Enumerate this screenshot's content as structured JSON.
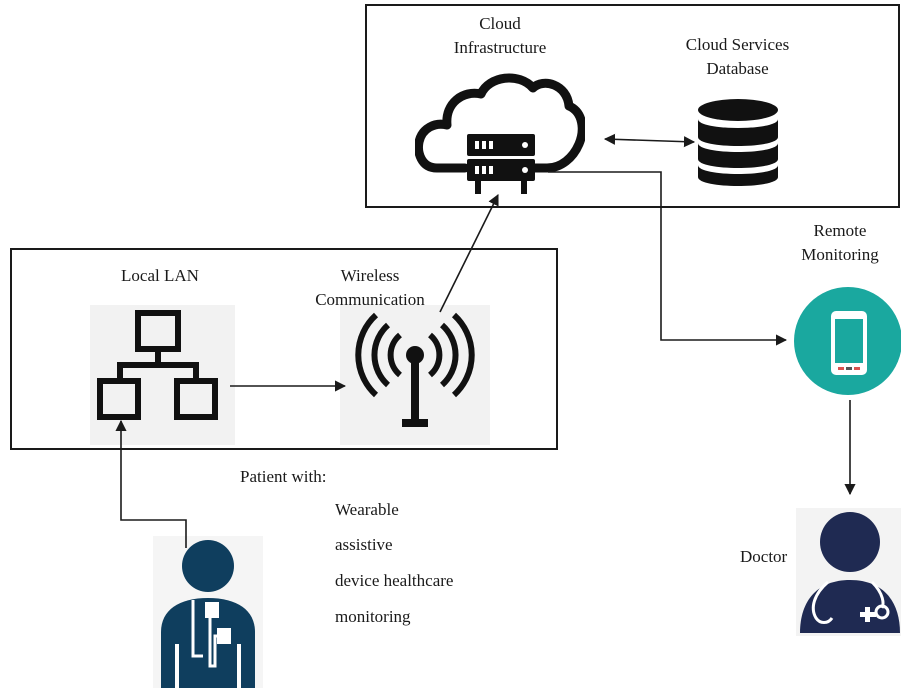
{
  "nodes": {
    "cloud_infrastructure": {
      "line1": "Cloud",
      "line2": "Infrastructure"
    },
    "cloud_database": {
      "line1": "Cloud Services",
      "line2": "Database"
    },
    "remote_monitoring": {
      "line1": "Remote",
      "line2": "Monitoring"
    },
    "local_lan": {
      "label": "Local LAN"
    },
    "wireless": {
      "line1": "Wireless",
      "line2": "Communication"
    },
    "doctor": {
      "label": "Doctor"
    }
  },
  "patient": {
    "heading": "Patient with:",
    "lines": [
      "Wearable",
      "assistive",
      "device healthcare",
      "monitoring"
    ]
  },
  "icons": [
    "cloud-server-icon",
    "database-icon",
    "network-lan-icon",
    "wireless-antenna-icon",
    "smartphone-icon",
    "doctor-icon",
    "patient-icon"
  ],
  "colors": {
    "teal": "#1aa89f",
    "navy": "#1f2a52",
    "patient_blue": "#0f3e5e",
    "line": "#1a1a1a"
  }
}
